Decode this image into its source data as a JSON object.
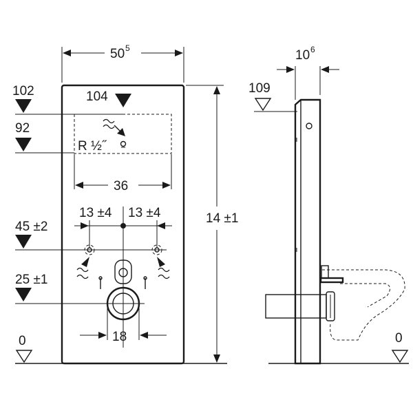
{
  "front_view": {
    "width_dim": {
      "value": "50",
      "sup": "5"
    },
    "level_102": "102",
    "level_104": "104",
    "level_92": "92",
    "thread_label": "R ½˝",
    "width_36": "36",
    "offset_left": "13 ±4",
    "offset_right": "13 ±4",
    "level_45": "45 ±2",
    "level_25": "25 ±1",
    "width_18": "18",
    "level_0": "0",
    "height_dim": "14 ±1"
  },
  "side_view": {
    "depth_dim": {
      "value": "10",
      "sup": "6"
    },
    "level_109": "109",
    "level_0": "0"
  }
}
